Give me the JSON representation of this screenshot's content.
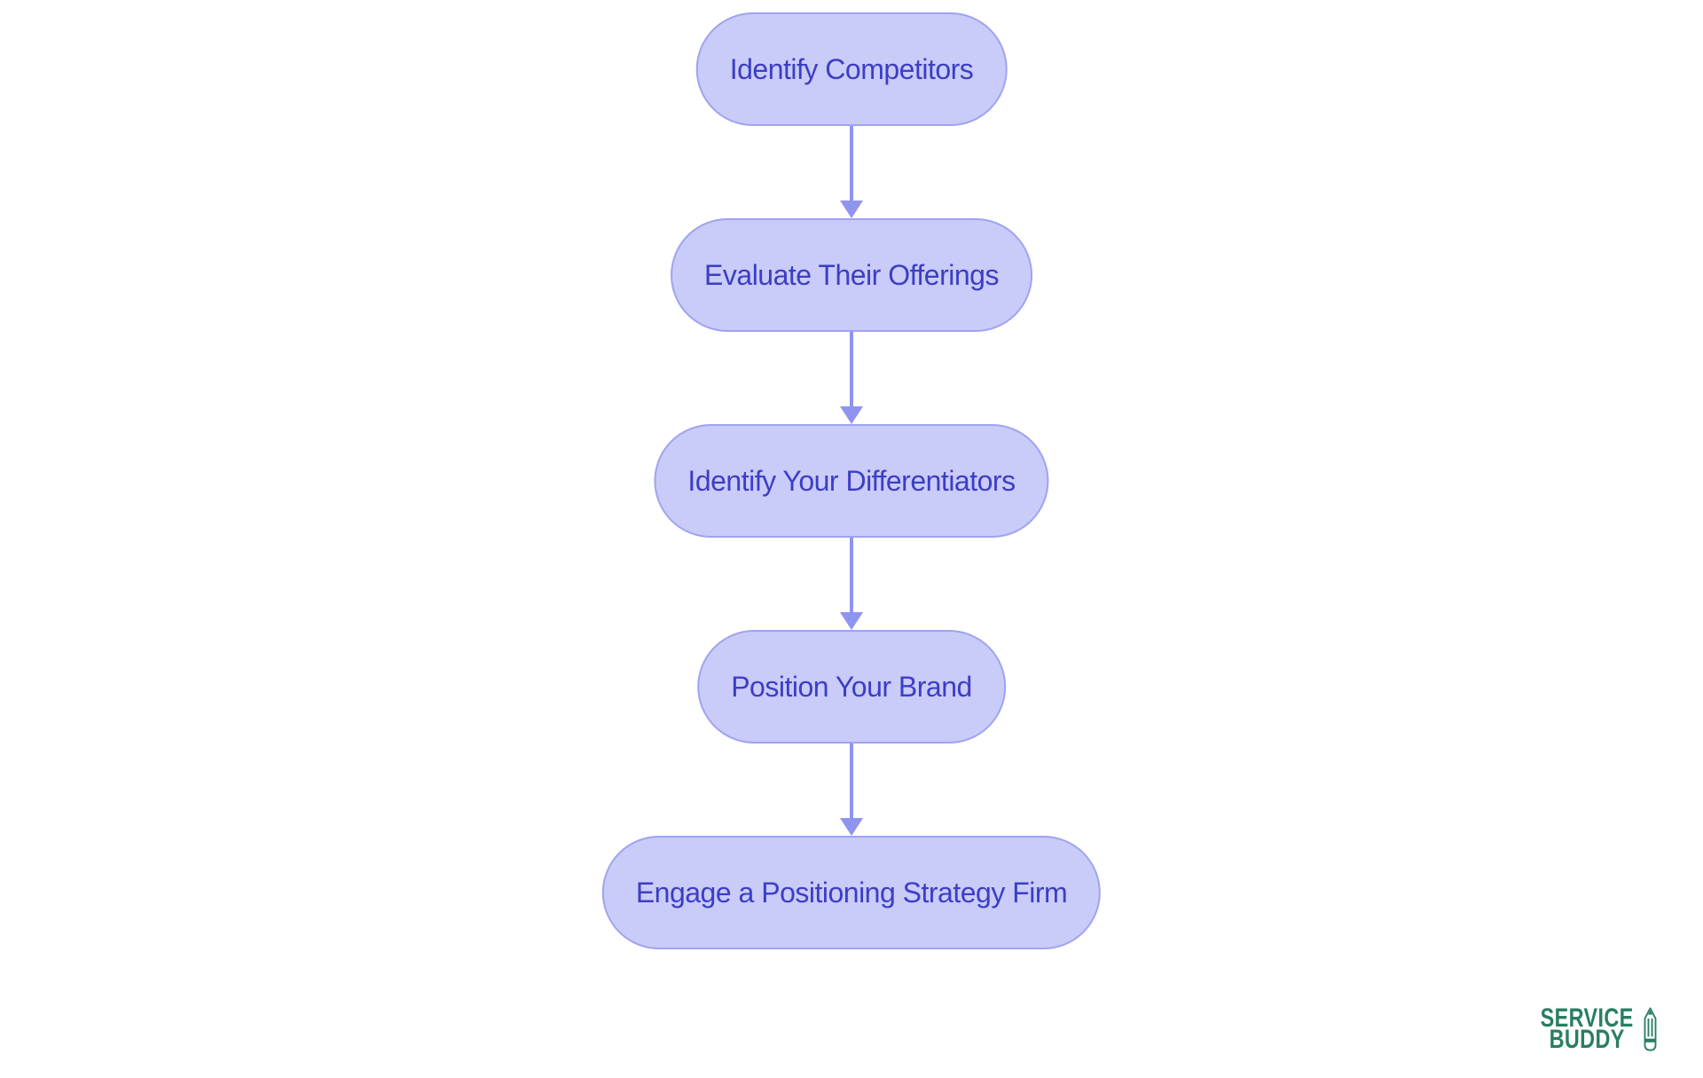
{
  "colors": {
    "node-fill": "#c9cbf9",
    "node-border": "#9fa3f1",
    "node-text": "#3c3ec5",
    "arrow": "#8f94ef",
    "logo-green": "#297e62",
    "background": "#ffffff"
  },
  "chart_type": "flowchart",
  "flowchart": {
    "direction": "top-down",
    "nodes": [
      {
        "id": "identify-competitors",
        "label": "Identify Competitors"
      },
      {
        "id": "evaluate-their-offerings",
        "label": "Evaluate Their Offerings"
      },
      {
        "id": "identify-your-differentiators",
        "label": "Identify Your Differentiators"
      },
      {
        "id": "position-your-brand",
        "label": "Position Your Brand"
      },
      {
        "id": "engage-a-positioning-strategy-firm",
        "label": "Engage a Positioning Strategy Firm"
      }
    ],
    "connections": [
      {
        "from": "identify-competitors",
        "to": "evaluate-their-offerings"
      },
      {
        "from": "evaluate-their-offerings",
        "to": "identify-your-differentiators"
      },
      {
        "from": "identify-your-differentiators",
        "to": "position-your-brand"
      },
      {
        "from": "position-your-brand",
        "to": "engage-a-positioning-strategy-firm"
      }
    ]
  },
  "logo": {
    "line1": "SERVICE",
    "line2": "BUDDY",
    "icon": "pencil-icon"
  }
}
